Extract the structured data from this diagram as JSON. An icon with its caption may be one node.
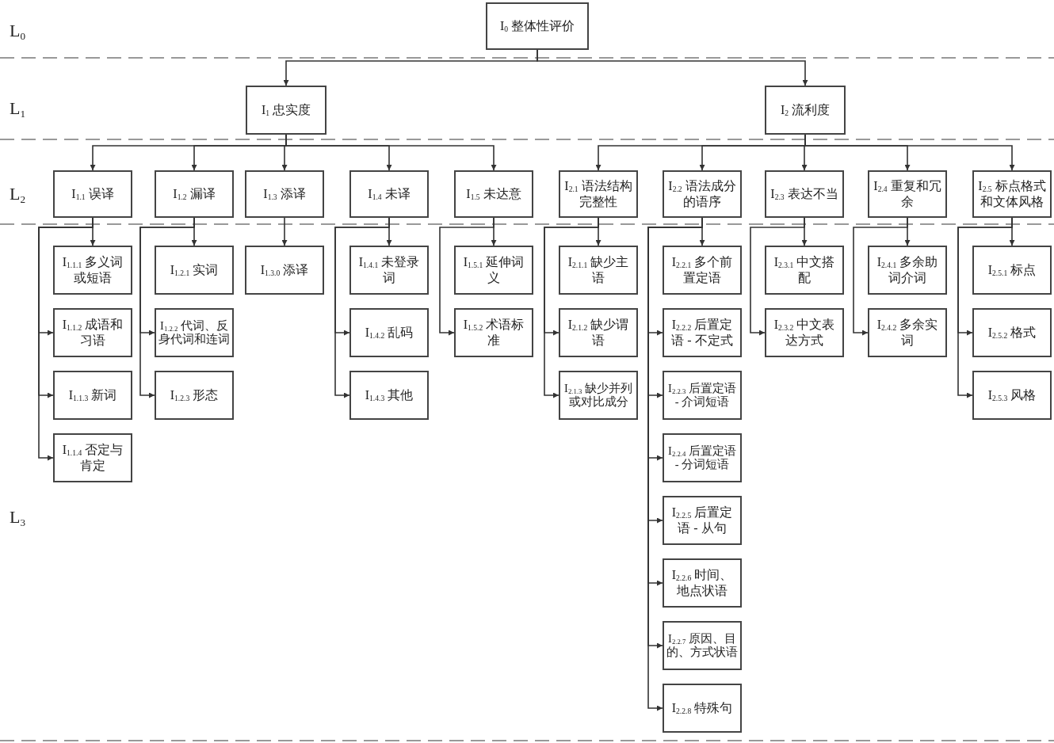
{
  "diagram": {
    "nodes": [
      {
        "text": [
          "I$_{0}$ 整体性评价"
        ]
      },
      {
        "text": [
          "I$_{1}$ 忠实度"
        ]
      },
      {
        "text": [
          "I$_{2}$ 流利度"
        ]
      },
      {
        "text": [
          "I$_{1.1}$ 误译"
        ]
      },
      {
        "text": [
          "I$_{1.2}$ 漏译"
        ]
      },
      {
        "text": [
          "I$_{1.3}$ 添译"
        ]
      },
      {
        "text": [
          "I$_{1.4}$ 未译"
        ]
      },
      {
        "text": [
          "I$_{1.5}$ 未达意"
        ]
      },
      {
        "text": [
          "I$_{2.1}$ 语法结构完整性"
        ]
      },
      {
        "text": [
          "I$_{2.2}$ 语法成分的语序"
        ]
      },
      {
        "text": [
          "I$_{2.3}$ 表达不当"
        ]
      },
      {
        "text": [
          "I$_{2.4}$ 重复和冗余"
        ]
      },
      {
        "text": [
          "I$_{2.5}$ 标点格式和文体风格"
        ]
      },
      {
        "text": [
          "I$_{1.1.1}$ 多义词或短语"
        ]
      },
      {
        "text": [
          "I$_{1.1.2}$ 成语和习语"
        ]
      },
      {
        "text": [
          "I$_{1.1.3}$ 新词"
        ]
      },
      {
        "text": [
          "I$_{1.1.4}$ 否定与肯定"
        ]
      },
      {
        "text": [
          "I$_{1.2.1}$ 实词"
        ]
      },
      {
        "text": [
          "I$_{1.2.2}$ 代词、反身代词和连词"
        ]
      },
      {
        "text": [
          "I$_{1.2.3}$ 形态"
        ]
      },
      {
        "text": [
          "I$_{1.3.0}$ 添译"
        ]
      },
      {
        "text": [
          "I$_{1.4.1}$ 未登录词"
        ]
      },
      {
        "text": [
          "I$_{1.4.2}$ 乱码"
        ]
      },
      {
        "text": [
          "I$_{1.4.3}$ 其他"
        ]
      },
      {
        "text": [
          "I$_{1.5.1}$ 延伸词义"
        ]
      },
      {
        "text": [
          "I$_{1.5.2}$ 术语标准"
        ]
      },
      {
        "text": [
          "I$_{2.1.1}$ 缺少主语"
        ]
      },
      {
        "text": [
          "I$_{2.1.2}$ 缺少谓语"
        ]
      },
      {
        "text": [
          "I$_{2.1.3}$ 缺少并列或对比成分"
        ]
      },
      {
        "text": [
          "I$_{2.2.1}$ 多个前置定语"
        ]
      },
      {
        "text": [
          "I$_{2.2.2}$ 后置定语 - 不定式"
        ]
      },
      {
        "text": [
          "I$_{2.2.3}$ 后置定语 - 介词短语"
        ]
      },
      {
        "text": [
          "I$_{2.2.4}$ 后置定语 - 分词短语"
        ]
      },
      {
        "text": [
          "I$_{2.2.5}$ 后置定语 - 从句"
        ]
      },
      {
        "text": [
          "I$_{2.2.6}$ 时间、地点状语"
        ]
      },
      {
        "text": [
          "I$_{2.2.7}$ 原因、目的、方式状语"
        ]
      },
      {
        "text": [
          "I$_{2.2.8}$ 特殊句"
        ]
      },
      {
        "text": [
          "I$_{2.3.1}$ 中文搭配"
        ]
      },
      {
        "text": [
          "I$_{2.3.2}$ 中文表达方式"
        ]
      },
      {
        "text": [
          "I$_{2.4.1}$ 多余助词介词"
        ]
      },
      {
        "text": [
          "I$_{2.4.2}$ 多余实词"
        ]
      },
      {
        "text": [
          "I$_{2.5.1}$ 标点"
        ]
      },
      {
        "text": [
          "I$_{2.5.2}$ 格式"
        ]
      },
      {
        "text": [
          "I$_{2.5.3}$ 风格"
        ]
      }
    ],
    "edges": [
      {
        "from": 0,
        "to": 1,
        "arrow": "to"
      },
      {
        "from": 0,
        "to": 2,
        "arrow": "to"
      },
      {
        "from": 1,
        "to": 3,
        "arrow": "to"
      },
      {
        "from": 1,
        "to": 4,
        "arrow": "to"
      },
      {
        "from": 1,
        "to": 5,
        "arrow": "to"
      },
      {
        "from": 1,
        "to": 6,
        "arrow": "to"
      },
      {
        "from": 1,
        "to": 7,
        "arrow": "to"
      },
      {
        "from": 2,
        "to": 8,
        "arrow": "to"
      },
      {
        "from": 2,
        "to": 9,
        "arrow": "to"
      },
      {
        "from": 2,
        "to": 10,
        "arrow": "to"
      },
      {
        "from": 2,
        "to": 11,
        "arrow": "to"
      },
      {
        "from": 2,
        "to": 12,
        "arrow": "to"
      },
      {
        "from": 3,
        "to": 13,
        "arrow": "to"
      },
      {
        "from": 3,
        "to": 14,
        "arrow": "to"
      },
      {
        "from": 3,
        "to": 15,
        "arrow": "to"
      },
      {
        "from": 3,
        "to": 16,
        "arrow": "to"
      },
      {
        "from": 4,
        "to": 17,
        "arrow": "to"
      },
      {
        "from": 4,
        "to": 18,
        "arrow": "to"
      },
      {
        "from": 4,
        "to": 19,
        "arrow": "to"
      },
      {
        "from": 5,
        "to": 20,
        "arrow": "to"
      },
      {
        "from": 6,
        "to": 21,
        "arrow": "to"
      },
      {
        "from": 6,
        "to": 22,
        "arrow": "to"
      },
      {
        "from": 6,
        "to": 23,
        "arrow": "to"
      },
      {
        "from": 7,
        "to": 24,
        "arrow": "to"
      },
      {
        "from": 7,
        "to": 25,
        "arrow": "to"
      },
      {
        "from": 8,
        "to": 26,
        "arrow": "to"
      },
      {
        "from": 8,
        "to": 27,
        "arrow": "to"
      },
      {
        "from": 8,
        "to": 28,
        "arrow": "to"
      },
      {
        "from": 9,
        "to": 29,
        "arrow": "to"
      },
      {
        "from": 9,
        "to": 30,
        "arrow": "to"
      },
      {
        "from": 9,
        "to": 31,
        "arrow": "to"
      },
      {
        "from": 9,
        "to": 32,
        "arrow": "to"
      },
      {
        "from": 9,
        "to": 33,
        "arrow": "to"
      },
      {
        "from": 9,
        "to": 34,
        "arrow": "to"
      },
      {
        "from": 9,
        "to": 35,
        "arrow": "to"
      },
      {
        "from": 9,
        "to": 36,
        "arrow": "to"
      },
      {
        "from": 10,
        "to": 37,
        "arrow": "to"
      },
      {
        "from": 10,
        "to": 38,
        "arrow": "to"
      },
      {
        "from": 11,
        "to": 39,
        "arrow": "to"
      },
      {
        "from": 11,
        "to": 40,
        "arrow": "to"
      },
      {
        "from": 12,
        "to": 41,
        "arrow": "to"
      },
      {
        "from": 12,
        "to": 42,
        "arrow": "to"
      },
      {
        "from": 12,
        "to": 43,
        "arrow": "to"
      }
    ],
    "labels": [
      "L$_{0}$",
      "L$_{1}$",
      "L$_{2}$",
      "L$_{3}$"
    ]
  }
}
